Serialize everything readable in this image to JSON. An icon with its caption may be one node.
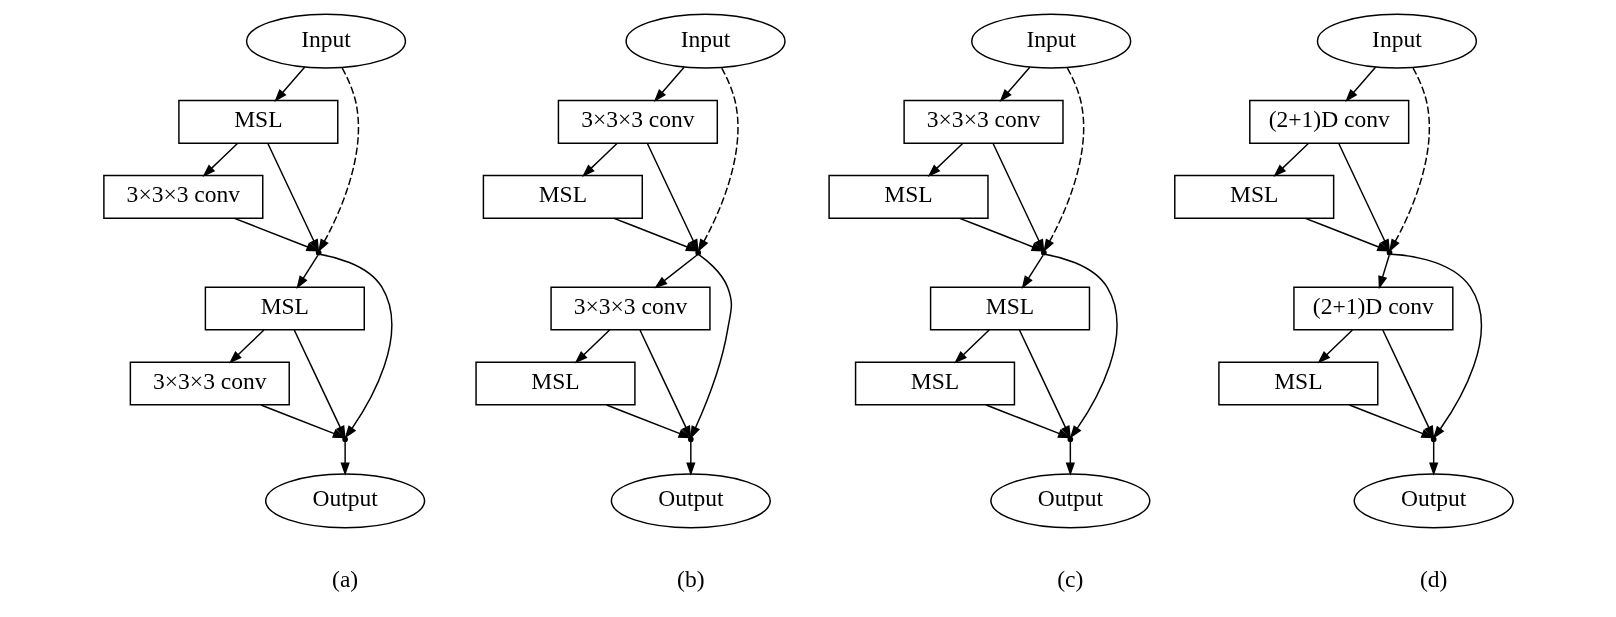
{
  "diagram": {
    "nodes": [
      {
        "text": [
          "Input"
        ]
      },
      {
        "text": [
          "MSL"
        ]
      },
      {
        "text": [
          "3×3×3 conv"
        ]
      },
      {
        "text": [],
        "shape": "point"
      },
      {
        "text": [
          "MSL"
        ]
      },
      {
        "text": [
          "3×3×3 conv"
        ]
      },
      {
        "text": [],
        "shape": "point"
      },
      {
        "text": [
          "Output"
        ]
      },
      {
        "text": [
          "Input"
        ]
      },
      {
        "text": [
          "3×3×3 conv"
        ]
      },
      {
        "text": [
          "MSL"
        ]
      },
      {
        "text": [],
        "shape": "point"
      },
      {
        "text": [
          "3×3×3 conv"
        ]
      },
      {
        "text": [
          "MSL"
        ]
      },
      {
        "text": [],
        "shape": "point"
      },
      {
        "text": [
          "Output"
        ]
      },
      {
        "text": [
          "Input"
        ]
      },
      {
        "text": [
          "3×3×3 conv"
        ]
      },
      {
        "text": [
          "MSL"
        ]
      },
      {
        "text": [],
        "shape": "point"
      },
      {
        "text": [
          "MSL"
        ]
      },
      {
        "text": [
          "MSL"
        ]
      },
      {
        "text": [],
        "shape": "point"
      },
      {
        "text": [
          "Output"
        ]
      },
      {
        "text": [
          "Input"
        ]
      },
      {
        "text": [
          "(2+1)D conv"
        ]
      },
      {
        "text": [
          "MSL"
        ]
      },
      {
        "text": [],
        "shape": "point"
      },
      {
        "text": [
          "(2+1)D conv"
        ]
      },
      {
        "text": [
          "MSL"
        ]
      },
      {
        "text": [],
        "shape": "point"
      },
      {
        "text": [
          "Output"
        ]
      }
    ],
    "edges": [
      {
        "from": 0,
        "to": 1,
        "arrow": "to"
      },
      {
        "from": 0,
        "to": 3,
        "arrow": "to",
        "style": "dashed"
      },
      {
        "from": 1,
        "to": 2,
        "arrow": "to"
      },
      {
        "from": 1,
        "to": 3,
        "arrow": "to"
      },
      {
        "from": 2,
        "to": 3,
        "arrow": "to"
      },
      {
        "from": 3,
        "to": 4,
        "arrow": "to"
      },
      {
        "from": 3,
        "to": 6,
        "arrow": "to"
      },
      {
        "from": 4,
        "to": 5,
        "arrow": "to"
      },
      {
        "from": 4,
        "to": 6,
        "arrow": "to"
      },
      {
        "from": 5,
        "to": 6,
        "arrow": "to"
      },
      {
        "from": 6,
        "to": 7,
        "arrow": "to"
      },
      {
        "from": 8,
        "to": 9,
        "arrow": "to"
      },
      {
        "from": 8,
        "to": 11,
        "arrow": "to",
        "style": "dashed"
      },
      {
        "from": 9,
        "to": 10,
        "arrow": "to"
      },
      {
        "from": 9,
        "to": 11,
        "arrow": "to"
      },
      {
        "from": 10,
        "to": 11,
        "arrow": "to"
      },
      {
        "from": 11,
        "to": 12,
        "arrow": "to"
      },
      {
        "from": 11,
        "to": 14,
        "arrow": "to"
      },
      {
        "from": 12,
        "to": 13,
        "arrow": "to"
      },
      {
        "from": 12,
        "to": 14,
        "arrow": "to"
      },
      {
        "from": 13,
        "to": 14,
        "arrow": "to"
      },
      {
        "from": 14,
        "to": 15,
        "arrow": "to"
      },
      {
        "from": 16,
        "to": 17,
        "arrow": "to"
      },
      {
        "from": 16,
        "to": 19,
        "arrow": "to",
        "style": "dashed"
      },
      {
        "from": 17,
        "to": 18,
        "arrow": "to"
      },
      {
        "from": 17,
        "to": 19,
        "arrow": "to"
      },
      {
        "from": 18,
        "to": 19,
        "arrow": "to"
      },
      {
        "from": 19,
        "to": 20,
        "arrow": "to"
      },
      {
        "from": 19,
        "to": 22,
        "arrow": "to"
      },
      {
        "from": 20,
        "to": 21,
        "arrow": "to"
      },
      {
        "from": 20,
        "to": 22,
        "arrow": "to"
      },
      {
        "from": 21,
        "to": 22,
        "arrow": "to"
      },
      {
        "from": 22,
        "to": 23,
        "arrow": "to"
      },
      {
        "from": 24,
        "to": 25,
        "arrow": "to"
      },
      {
        "from": 24,
        "to": 27,
        "arrow": "to",
        "style": "dashed"
      },
      {
        "from": 25,
        "to": 26,
        "arrow": "to"
      },
      {
        "from": 25,
        "to": 27,
        "arrow": "to"
      },
      {
        "from": 26,
        "to": 27,
        "arrow": "to"
      },
      {
        "from": 27,
        "to": 28,
        "arrow": "to"
      },
      {
        "from": 27,
        "to": 30,
        "arrow": "to"
      },
      {
        "from": 28,
        "to": 29,
        "arrow": "to"
      },
      {
        "from": 28,
        "to": 30,
        "arrow": "to"
      },
      {
        "from": 29,
        "to": 30,
        "arrow": "to"
      },
      {
        "from": 30,
        "to": 31,
        "arrow": "to"
      }
    ],
    "labels": [
      "(a)",
      "(b)",
      "(c)",
      "(d)"
    ]
  }
}
